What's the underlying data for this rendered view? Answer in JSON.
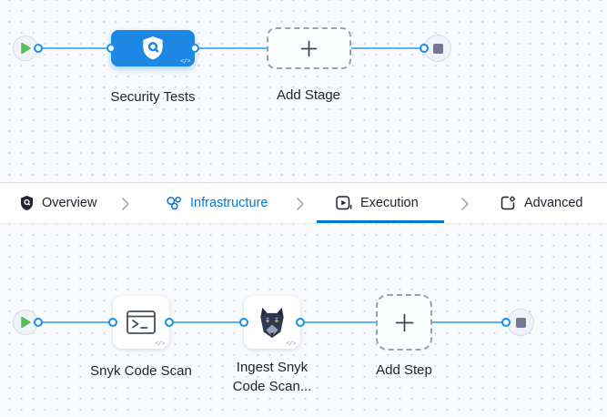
{
  "stage_pipeline": {
    "stage": {
      "name": "Security Tests",
      "code_badge": "</>"
    },
    "add_stage": {
      "label": "Add Stage"
    }
  },
  "tab_bar": {
    "tabs": [
      {
        "label": "Overview",
        "icon": "shield-icon",
        "state": "default"
      },
      {
        "label": "Infrastructure",
        "icon": "infrastructure-icon",
        "state": "highlighted"
      },
      {
        "label": "Execution",
        "icon": "execution-icon",
        "state": "active"
      },
      {
        "label": "Advanced",
        "icon": "advanced-icon",
        "state": "default"
      }
    ]
  },
  "step_pipeline": {
    "steps": [
      {
        "name": "Snyk Code Scan",
        "icon": "terminal-icon",
        "code_badge": "</>"
      },
      {
        "name": "Ingest Snyk Code Scan...",
        "icon": "snyk-dog-icon",
        "code_badge": "</>"
      }
    ],
    "add_step": {
      "label": "Add Step"
    }
  },
  "colors": {
    "accent_blue": "#0278d5",
    "stage_blue": "#1d87e4",
    "connector_line_blue": "#58b3f0",
    "ring_blue": "#1391e8",
    "play_green": "#57bd5e",
    "stop_gray": "#757693",
    "canvas_bg": "#f8fafd"
  }
}
